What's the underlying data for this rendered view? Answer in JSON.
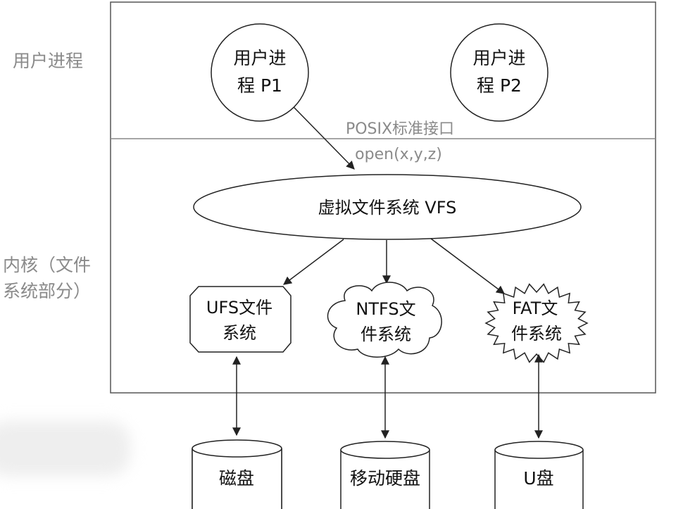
{
  "side_labels": {
    "user_process": "用户进程",
    "kernel_line1": "内核（文件",
    "kernel_line2": "系统部分）"
  },
  "processes": {
    "p1_line1": "用户进",
    "p1_line2": "程 P1",
    "p2_line1": "用户进",
    "p2_line2": "程 P2"
  },
  "interface": {
    "posix": "POSIX标准接口",
    "call": "open(x,y,z)"
  },
  "vfs": {
    "label": "虚拟文件系统 VFS"
  },
  "filesystems": {
    "ufs_line1": "UFS文件",
    "ufs_line2": "系统",
    "ntfs_line1": "NTFS文",
    "ntfs_line2": "件系统",
    "fat_line1": "FAT文",
    "fat_line2": "件系统"
  },
  "devices": {
    "disk": "磁盘",
    "removable": "移动硬盘",
    "usb": "U盘"
  },
  "colors": {
    "line": "#222222",
    "frame": "#555555",
    "divider": "#888888",
    "muted_text": "#8a8a8a"
  }
}
